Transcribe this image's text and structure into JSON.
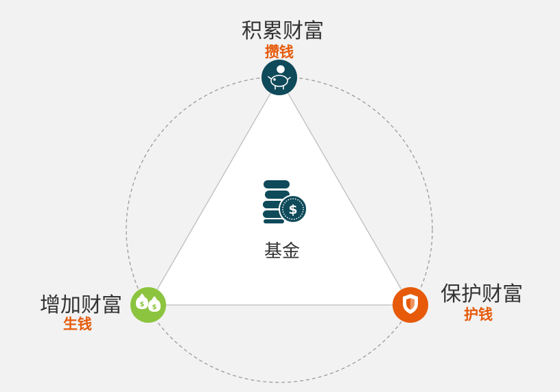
{
  "center": {
    "label": "基金",
    "icon": "coins-dollar-icon"
  },
  "nodes": {
    "top": {
      "title": "积累财富",
      "subtitle": "攒钱",
      "icon": "piggy-bank-icon",
      "color": "#0f4a5a"
    },
    "left": {
      "title": "增加财富",
      "subtitle": "生钱",
      "icon": "money-bags-icon",
      "color": "#8cc43f"
    },
    "right": {
      "title": "保护财富",
      "subtitle": "护钱",
      "icon": "shield-icon",
      "color": "#e65a0a"
    }
  },
  "colors": {
    "accent_text": "#e65a0a",
    "background": "#f2f2f2",
    "coins": "#0f4a5a"
  }
}
